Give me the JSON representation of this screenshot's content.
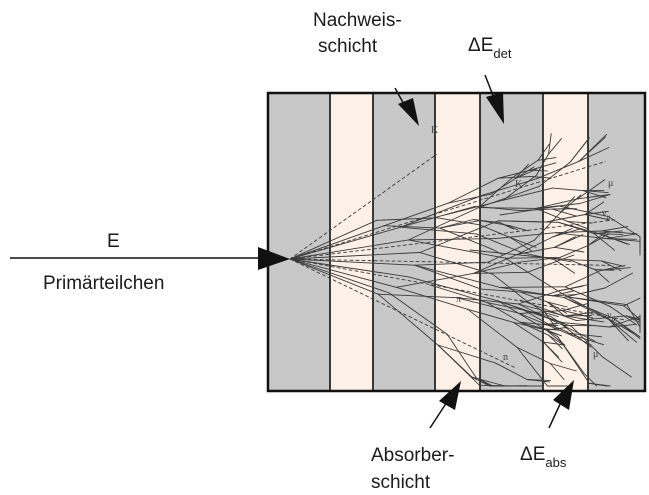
{
  "labels": {
    "energy": "E",
    "primary": "Primärteilchen",
    "detection_layer_line1": "Nachweis-",
    "detection_layer_line2": "schicht",
    "absorber_layer_line1": "Absorber-",
    "absorber_layer_line2": "schicht",
    "delta_symbol": "ΔE",
    "delta_det_sub": "det",
    "delta_abs_sub": "abs"
  },
  "shower_particle_labels": {
    "mu_1": "μ",
    "nu_mu_1": "ν",
    "nu_mu_sub_1": "μ",
    "nu_mu_2": "ν",
    "nu_mu_sub_2": "μ",
    "mu_2": "μ",
    "n_1": "n",
    "pi": "π",
    "k1": "K",
    "k2": "K"
  },
  "colors": {
    "detector_layer": "#c8c8c8",
    "absorber_layer": "#fdf0e6",
    "outline": "#111111",
    "shower": "#3a3a3a"
  },
  "layer_sequence": [
    "detector",
    "absorber",
    "detector",
    "absorber",
    "detector",
    "absorber",
    "detector"
  ]
}
